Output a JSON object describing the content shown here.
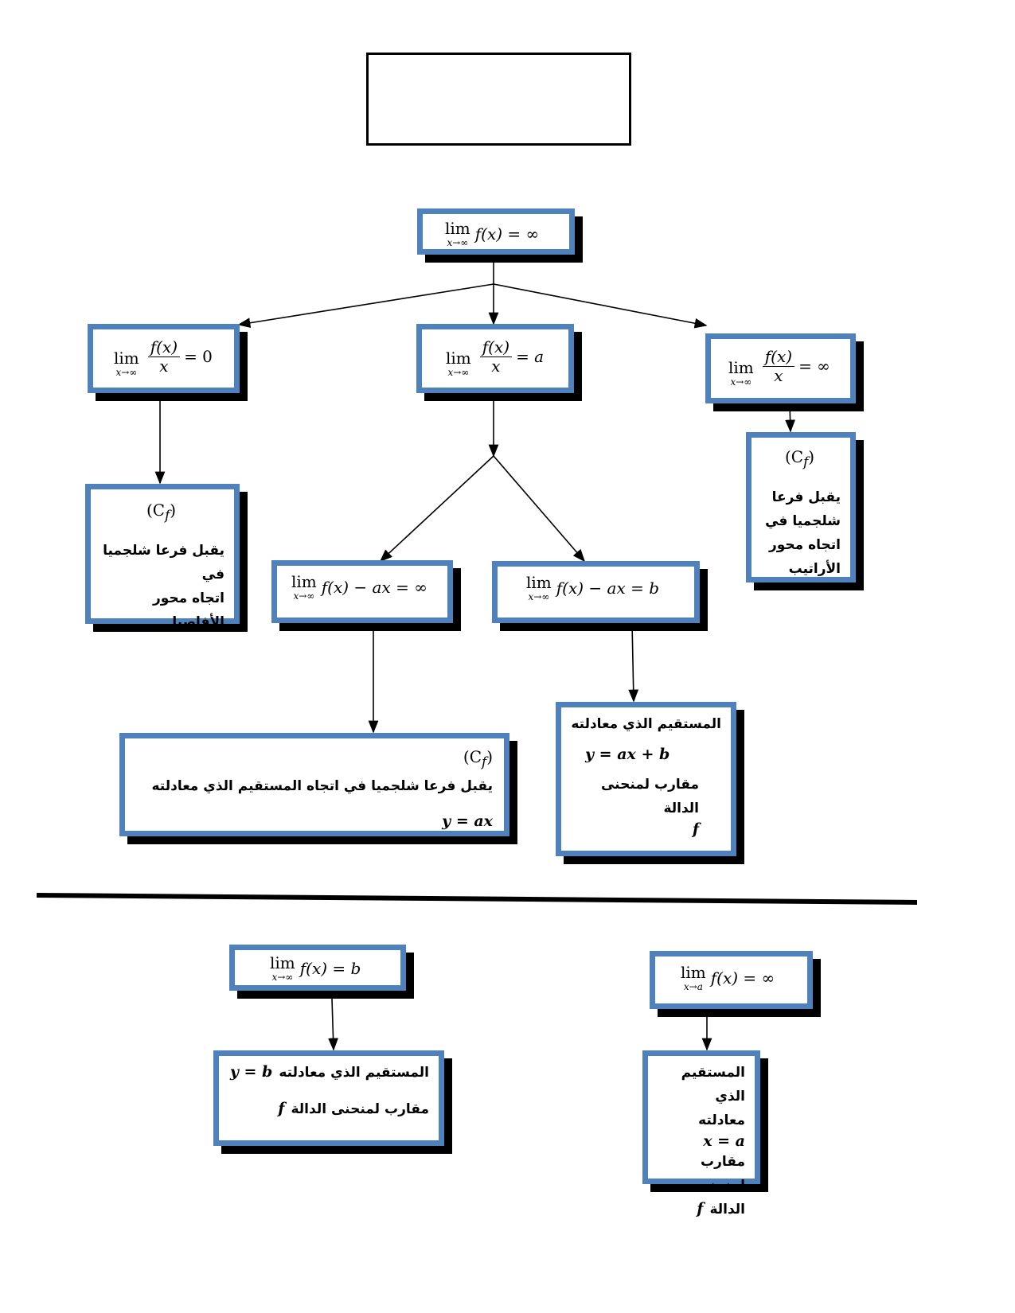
{
  "title_box": "",
  "lim_label": "lim",
  "sub_inf": "x→∞",
  "sub_a": "x→a",
  "top": {
    "expr": "f(x) = ∞"
  },
  "ratio": {
    "num": "f(x)",
    "den": "x",
    "rhs_zero": "= 0",
    "rhs_a": "= a",
    "rhs_inf": "= ∞"
  },
  "cf": "(C",
  "cf_sub": "f",
  "cf_close": ")",
  "left_branch": {
    "line1": "يقبل فرعا شلجميا في",
    "line2": "اتجاه  محور",
    "line3": "الأفاصيل"
  },
  "right_branch": {
    "line1": "يقبل فرعا",
    "line2": "شلجميا في",
    "line3": "اتجاه  محور",
    "line4": "الأراتيب"
  },
  "diff_inf": {
    "expr": "f(x) − ax = ∞"
  },
  "diff_b": {
    "expr": "f(x) − ax = b"
  },
  "oblique_branch": {
    "text": "يقبل فرعا شلجميا في اتجاه المستقيم الذي معادلته",
    "eq": "y = ax"
  },
  "oblique_asymptote": {
    "line1": "المستقيم الذي معادلته",
    "eq": "y = ax + b",
    "line3": "مقارب لمنحنى الدالة",
    "f": "f"
  },
  "horizontal": {
    "limit": "f(x) = b",
    "line1": "المستقيم الذي معادلته",
    "eq": "y = b",
    "line2": "مقارب لمنحنى الدالة",
    "f": "f"
  },
  "vertical": {
    "limit": "f(x) = ∞",
    "line1": "المستقيم الذي",
    "line2": "معادلته",
    "eq": "x = a",
    "line3": "مقارب لمنحنى",
    "line4": "الدالة",
    "f": "f"
  },
  "colors": {
    "border": "#4f81bd",
    "shadow": "#000000"
  }
}
